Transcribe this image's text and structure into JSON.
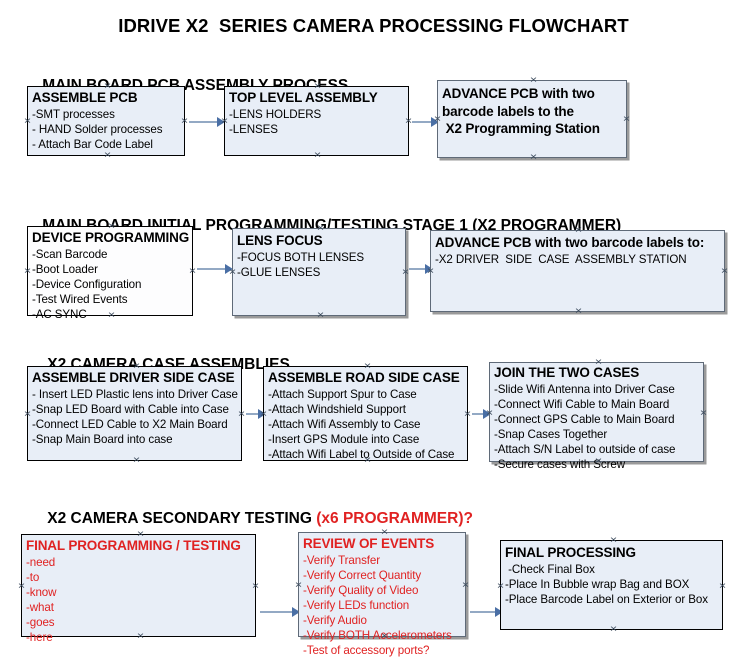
{
  "document": {
    "title": "IDRIVE X2  SERIES CAMERA PROCESSING FLOWCHART"
  },
  "sections": [
    {
      "id": "main-board-pcb-assembly",
      "title": "MAIN BOARD PCB ASSEMBLY PROCESS",
      "title_red": "",
      "boxes": [
        {
          "id": "assemble-pcb",
          "header": "ASSEMBLE PCB",
          "lines": [
            "-SMT processes",
            "- HAND Solder processes",
            "- Attach Bar Code Label"
          ]
        },
        {
          "id": "top-level-assembly",
          "header": "TOP LEVEL ASSEMBLY",
          "lines": [
            "-LENS HOLDERS",
            "-LENSES"
          ]
        },
        {
          "id": "advance-pcb-to-x2-programming-station",
          "header": "ADVANCE PCB with two",
          "header_line2": "barcode labels to the",
          "header_line3": " X2 Programming Station",
          "lines": []
        }
      ]
    },
    {
      "id": "main-board-initial-programming",
      "title": "MAIN BOARD INITIAL PROGRAMMING/TESTING STAGE 1 (X2 PROGRAMMER)",
      "title_red": "",
      "boxes": [
        {
          "id": "device-programming",
          "header": "DEVICE PROGRAMMING",
          "lines": [
            "-Scan Barcode",
            "-Boot Loader",
            "-Device Configuration",
            "-Test Wired Events",
            "-AC SYNC"
          ]
        },
        {
          "id": "lens-focus",
          "header": "LENS FOCUS",
          "lines": [
            "-FOCUS BOTH LENSES",
            "-GLUE LENSES"
          ]
        },
        {
          "id": "advance-pcb-to-driver-side-case",
          "header": "ADVANCE PCB with two barcode labels to:",
          "lines": [
            "-X2 DRIVER  SIDE  CASE  ASSEMBLY STATION"
          ]
        }
      ]
    },
    {
      "id": "x2-camera-case-assemblies",
      "title": "X2 CAMERA CASE ASSEMBLIES",
      "title_red": "",
      "boxes": [
        {
          "id": "assemble-driver-side-case",
          "header": "ASSEMBLE DRIVER SIDE CASE",
          "lines": [
            "- Insert LED Plastic lens into Driver Case",
            "-Snap LED Board with Cable into Case",
            "-Connect LED Cable to X2 Main Board",
            "-Snap Main Board into case"
          ]
        },
        {
          "id": "assemble-road-side-case",
          "header": "ASSEMBLE ROAD SIDE CASE",
          "lines": [
            "-Attach Support Spur to Case",
            "-Attach Windshield Support",
            "-Attach Wifi Assembly to Case",
            "-Insert GPS Module into Case",
            "-Attach Wifi Label to Outside of Case"
          ]
        },
        {
          "id": "join-the-two-cases",
          "header": "JOIN THE TWO CASES",
          "lines": [
            "-Slide Wifi Antenna into Driver Case",
            "-Connect Wifi Cable to Main Board",
            "-Connect GPS Cable to Main Board",
            "-Snap Cases Together",
            "-Attach S/N Label to outside of case",
            "-Secure cases with Screw"
          ]
        }
      ]
    },
    {
      "id": "x2-camera-secondary-testing",
      "title": "X2 CAMERA SECONDARY TESTING ",
      "title_red": "(x6 PROGRAMMER)?",
      "boxes": [
        {
          "id": "final-programming-testing",
          "header": "FINAL PROGRAMMING / TESTING",
          "lines": [
            "-need",
            "-to",
            "-know",
            "-what",
            "-goes",
            "-here"
          ]
        },
        {
          "id": "review-of-events",
          "header": "REVIEW OF EVENTS",
          "lines": [
            "-Verify Transfer",
            "-Verify Correct Quantity",
            "-Verify Quality of Video",
            "-Verify LEDs function",
            "-Verify Audio",
            "-Verify BOTH Accelerometers",
            "-Test of accessory ports?"
          ]
        },
        {
          "id": "final-processing",
          "header": "FINAL PROCESSING",
          "lines": [
            " -Check Final Box",
            "-Place In Bubble wrap Bag and BOX",
            "-Place Barcode Label on Exterior or Box"
          ]
        }
      ]
    }
  ],
  "colors": {
    "box_fill": "#e8eef7",
    "box_border": "#000000",
    "box_border_shadowed": "#5f6a78",
    "connector": "#93a9c4",
    "arrow": "#4a6fa5",
    "red_text": "#e02222",
    "handle": "#3b4a5c"
  }
}
